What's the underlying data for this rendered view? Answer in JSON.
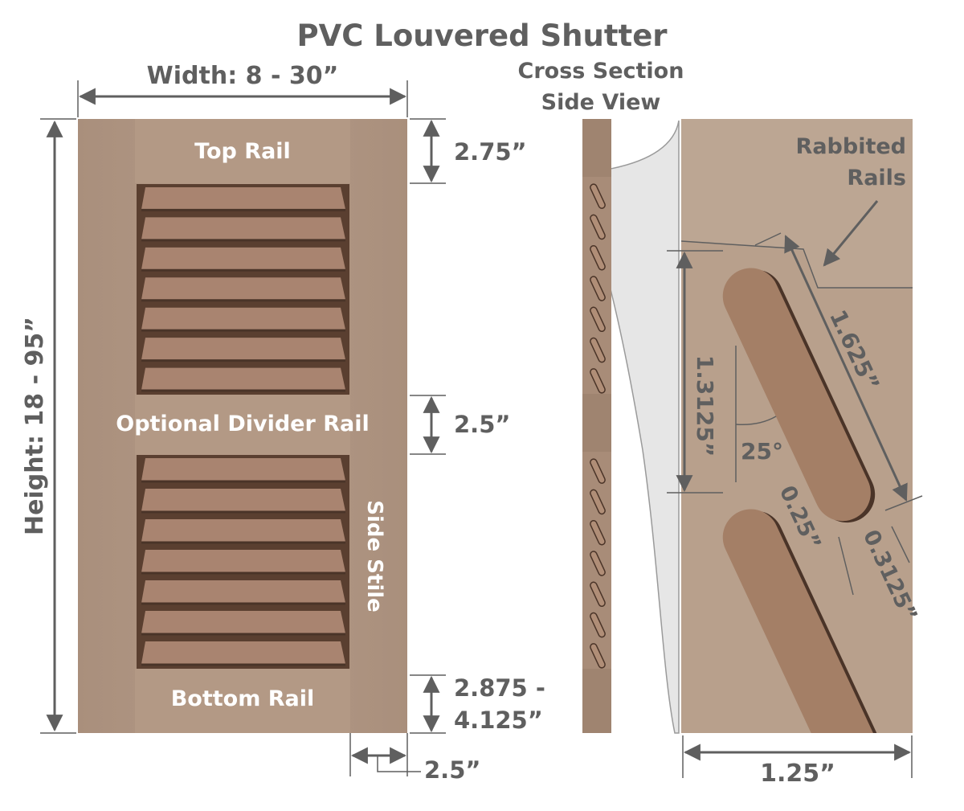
{
  "title": "PVC Louvered Shutter",
  "front_view": {
    "width_label": "Width: 8 - 30”",
    "height_label": "Height: 18 - 95”",
    "labels": {
      "top_rail": "Top Rail",
      "divider_rail": "Optional Divider Rail",
      "side_stile": "Side Stile",
      "bottom_rail": "Bottom Rail"
    },
    "dimensions": {
      "top_rail": "2.75”",
      "divider_rail": "2.5”",
      "bottom_rail_line1": "2.875 -",
      "bottom_rail_line2": "4.125”",
      "stile_width": "2.5”"
    },
    "louvers_per_panel": 7
  },
  "side_view": {
    "title_line1": "Cross Section",
    "title_line2": "Side View"
  },
  "detail_view": {
    "rabbited_label_line1": "Rabbited",
    "rabbited_label_line2": "Rails",
    "louver_length": "1.625”",
    "louver_spacing": "1.3125”",
    "angle": "25°",
    "louver_gap": "0.25”",
    "louver_thickness": "0.3125”",
    "depth": "1.25”"
  },
  "colors": {
    "wood_light": "#b69b88",
    "wood_mid": "#a88c78",
    "louver": "#a07d66",
    "dark": "#5a3f30",
    "text": "#5f5f5f"
  }
}
